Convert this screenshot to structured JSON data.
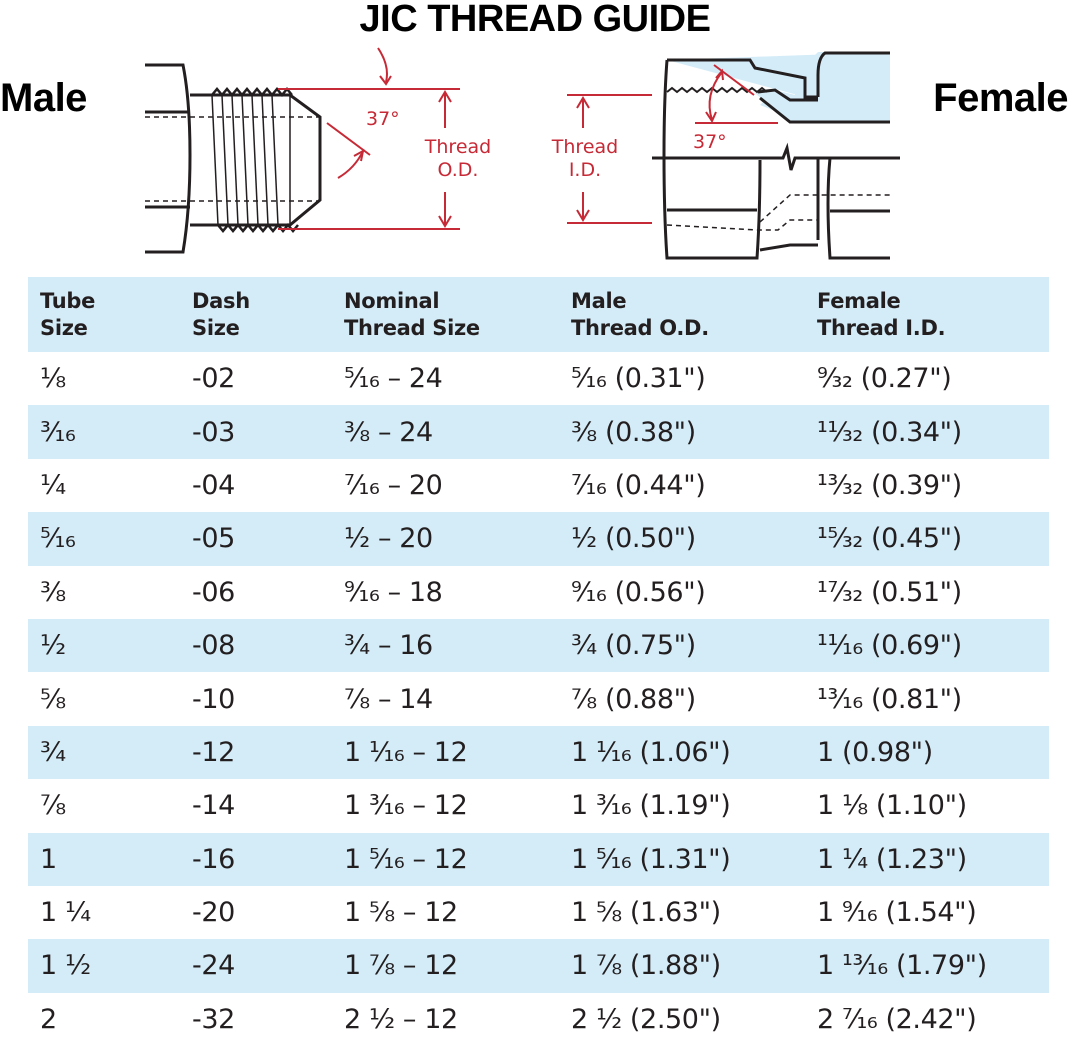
{
  "title": "JIC THREAD GUIDE",
  "labels": {
    "male": "Male",
    "female": "Female"
  },
  "diagram": {
    "male": {
      "angle": "37°",
      "dimension_line1": "Thread",
      "dimension_line2": "O.D."
    },
    "female": {
      "angle": "37°",
      "dimension_line1": "Thread",
      "dimension_line2": "I.D."
    }
  },
  "colors": {
    "table_stripe": "#d4ecf8",
    "annotation_red": "#c62a36",
    "text": "#231f20"
  },
  "table": {
    "headers": [
      {
        "line1": "Tube",
        "line2": "Size"
      },
      {
        "line1": "Dash",
        "line2": "Size"
      },
      {
        "line1": "Nominal",
        "line2": "Thread Size"
      },
      {
        "line1": "Male",
        "line2": "Thread O.D."
      },
      {
        "line1": "Female",
        "line2": "Thread I.D."
      }
    ],
    "rows": [
      {
        "tube": "⅛",
        "dash": "-02",
        "nominal": "⁵⁄₁₆ – 24",
        "male_od": "⁵⁄₁₆ (0.31\")",
        "female_id": "⁹⁄₃₂ (0.27\")"
      },
      {
        "tube": "³⁄₁₆",
        "dash": "-03",
        "nominal": "⅜ – 24",
        "male_od": "⅜ (0.38\")",
        "female_id": "¹¹⁄₃₂ (0.34\")"
      },
      {
        "tube": "¼",
        "dash": "-04",
        "nominal": "⁷⁄₁₆ – 20",
        "male_od": "⁷⁄₁₆ (0.44\")",
        "female_id": "¹³⁄₃₂ (0.39\")"
      },
      {
        "tube": "⁵⁄₁₆",
        "dash": "-05",
        "nominal": "½ – 20",
        "male_od": "½ (0.50\")",
        "female_id": "¹⁵⁄₃₂ (0.45\")"
      },
      {
        "tube": "⅜",
        "dash": "-06",
        "nominal": "⁹⁄₁₆ – 18",
        "male_od": "⁹⁄₁₆ (0.56\")",
        "female_id": "¹⁷⁄₃₂ (0.51\")"
      },
      {
        "tube": "½",
        "dash": "-08",
        "nominal": "¾ – 16",
        "male_od": "¾ (0.75\")",
        "female_id": "¹¹⁄₁₆ (0.69\")"
      },
      {
        "tube": "⅝",
        "dash": "-10",
        "nominal": "⅞ – 14",
        "male_od": "⅞ (0.88\")",
        "female_id": "¹³⁄₁₆ (0.81\")"
      },
      {
        "tube": "¾",
        "dash": "-12",
        "nominal": "1 ¹⁄₁₆ – 12",
        "male_od": "1 ¹⁄₁₆ (1.06\")",
        "female_id": "1 (0.98\")"
      },
      {
        "tube": "⅞",
        "dash": "-14",
        "nominal": "1 ³⁄₁₆ – 12",
        "male_od": "1 ³⁄₁₆ (1.19\")",
        "female_id": "1 ⅛ (1.10\")"
      },
      {
        "tube": "1",
        "dash": "-16",
        "nominal": "1 ⁵⁄₁₆ – 12",
        "male_od": "1 ⁵⁄₁₆ (1.31\")",
        "female_id": "1 ¼ (1.23\")"
      },
      {
        "tube": "1 ¼",
        "dash": "-20",
        "nominal": "1 ⅝ – 12",
        "male_od": "1 ⅝ (1.63\")",
        "female_id": "1 ⁹⁄₁₆ (1.54\")"
      },
      {
        "tube": "1 ½",
        "dash": "-24",
        "nominal": "1 ⅞ – 12",
        "male_od": "1 ⅞ (1.88\")",
        "female_id": "1 ¹³⁄₁₆ (1.79\")"
      },
      {
        "tube": "2",
        "dash": "-32",
        "nominal": "2 ½ – 12",
        "male_od": "2 ½ (2.50\")",
        "female_id": "2 ⁷⁄₁₆ (2.42\")"
      }
    ]
  }
}
